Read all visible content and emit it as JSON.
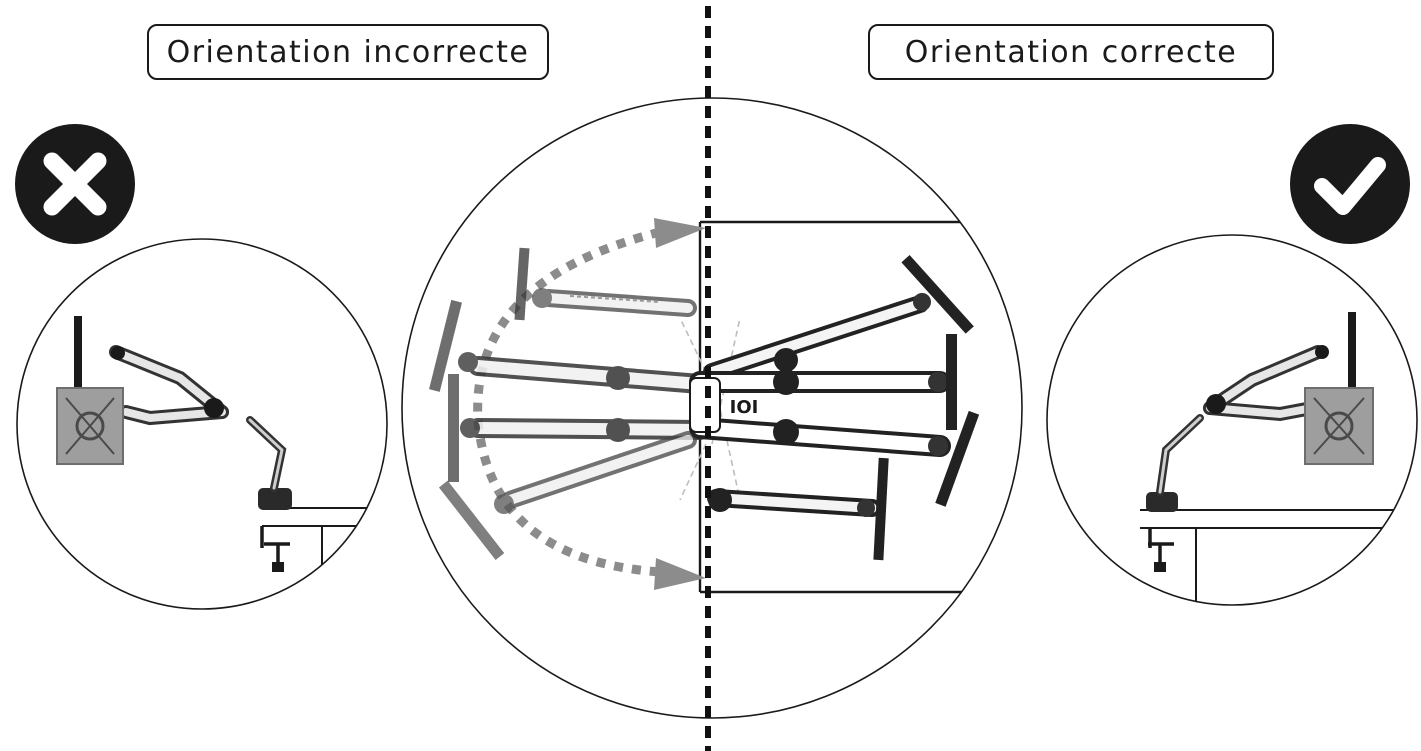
{
  "labels": {
    "incorrect": "Orientation incorrecte",
    "correct": "Orientation correcte"
  },
  "arm_marking": "IOI",
  "icons": {
    "incorrect": "cross-icon",
    "correct": "check-icon"
  },
  "colors": {
    "ink": "#1a1a1a",
    "gray": "#8c8c8c",
    "plate": "#9e9e9e",
    "background": "#ffffff"
  }
}
